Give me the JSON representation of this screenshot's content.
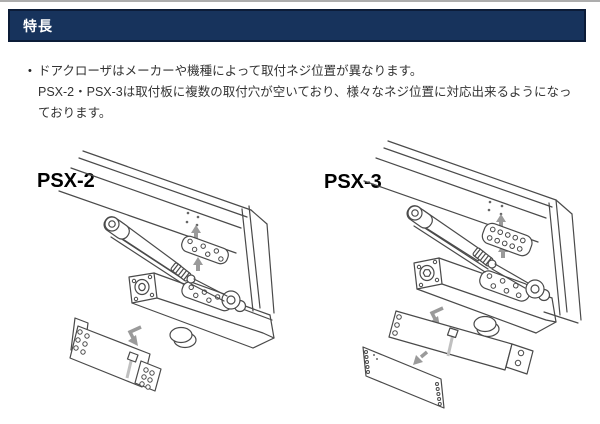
{
  "page": {
    "background": "#ffffff",
    "top_rule_color": "#adadad"
  },
  "header": {
    "title": "特長",
    "background": "#17335c",
    "border_color": "#0c1c38",
    "text_color": "#ffffff"
  },
  "intro": {
    "bullet_glyph": "●",
    "lines": [
      "ドアクローザはメーカーや機種によって取付ネジ位置が異なります。",
      "PSX-2・PSX-3は取付板に複数の取付穴が空いており、様々なネジ位置に対応出来るようになっております。"
    ]
  },
  "diagrams": [
    {
      "label": "PSX-2",
      "plates_below": 1
    },
    {
      "label": "PSX-3",
      "plates_below": 2
    }
  ],
  "illustration_colors": {
    "line": "#4a4a4a",
    "arrow": "#9a9a9a",
    "shade": "#c0c0c0"
  }
}
